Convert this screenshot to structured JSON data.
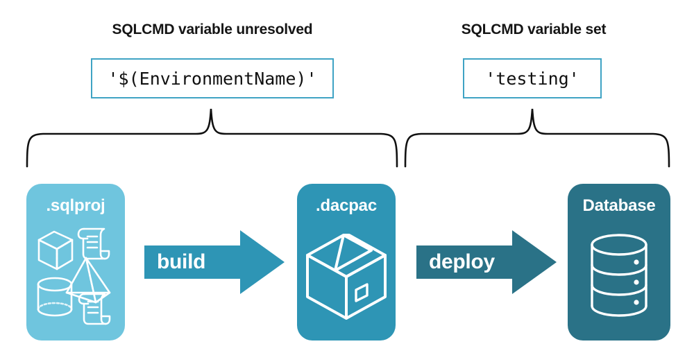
{
  "diagram": {
    "type": "flow",
    "background": "#ffffff",
    "annotations": [
      {
        "id": "left",
        "title": "SQLCMD variable unresolved",
        "code_value": "'$(EnvironmentName)'",
        "brace": "covers .sqlproj build .dacpac"
      },
      {
        "id": "right",
        "title": "SQLCMD variable set",
        "code_value": "'testing'",
        "brace": "covers deploy Database"
      }
    ],
    "stages": [
      {
        "id": "sqlproj",
        "label": ".sqlproj",
        "color": "#6FC5DE",
        "icon": "project-objects-icon"
      },
      {
        "id": "dacpac",
        "label": ".dacpac",
        "color": "#2E95B5",
        "icon": "package-box-icon"
      },
      {
        "id": "database",
        "label": "Database",
        "color": "#2A7287",
        "icon": "database-cylinder-icon"
      }
    ],
    "arrows": [
      {
        "id": "build",
        "label": "build",
        "color": "#2E95B5"
      },
      {
        "id": "deploy",
        "label": "deploy",
        "color": "#2A7287"
      }
    ],
    "palette": {
      "light_blue": "#6FC5DE",
      "medium_teal": "#2E95B5",
      "dark_teal": "#2A7287",
      "code_border": "#3FA3C4",
      "text_dark": "#151515",
      "brace_stroke": "#111111"
    }
  }
}
